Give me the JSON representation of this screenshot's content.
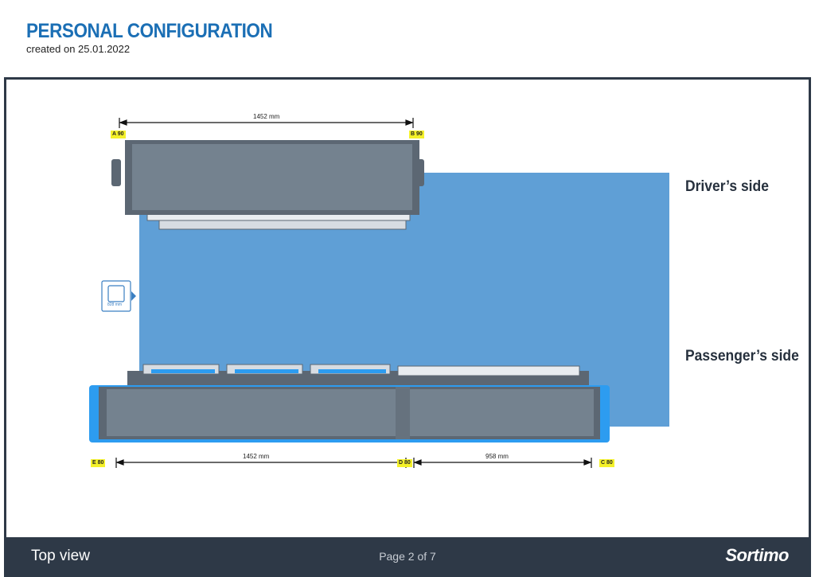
{
  "header": {
    "title": "PERSONAL CONFIGURATION",
    "subtitle": "created on 25.01.2022"
  },
  "labels": {
    "drivers_side": "Driver’s side",
    "passengers_side": "Passenger’s side"
  },
  "dimensions": {
    "top": "1452 mm",
    "bottom_left": "1452 mm",
    "bottom_right": "958 mm",
    "icon_width": "828 mm"
  },
  "markers": {
    "a": "A 90",
    "b": "B 90",
    "c": "C 80",
    "d": "D 80",
    "e": "E 80"
  },
  "footer": {
    "view": "Top view",
    "page": "Page 2 of 7",
    "brand": "Sortimo"
  },
  "colors": {
    "title": "#1b6fb5",
    "floor": "#5f9fd6",
    "cabinet": "#74828f",
    "accent": "#2d9cf0",
    "footer": "#2e3947"
  },
  "icons": [
    "van-icon"
  ]
}
